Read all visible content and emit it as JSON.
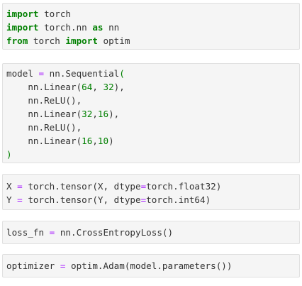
{
  "notebook": {
    "cells": [
      {
        "id": "imports",
        "lines": [
          [
            {
              "t": "import",
              "c": "kw"
            },
            {
              "t": " torch",
              "c": "nm"
            }
          ],
          [
            {
              "t": "import",
              "c": "kw"
            },
            {
              "t": " torch.nn ",
              "c": "nm"
            },
            {
              "t": "as",
              "c": "kw"
            },
            {
              "t": " nn",
              "c": "nm"
            }
          ],
          [
            {
              "t": "from",
              "c": "kw"
            },
            {
              "t": " torch ",
              "c": "nm"
            },
            {
              "t": "import",
              "c": "kw"
            },
            {
              "t": " optim",
              "c": "nm"
            }
          ]
        ]
      },
      {
        "id": "model",
        "lines": [
          [
            {
              "t": "model ",
              "c": "nm"
            },
            {
              "t": "=",
              "c": "op"
            },
            {
              "t": " nn.Sequential",
              "c": "nm"
            },
            {
              "t": "(",
              "c": "paren"
            }
          ],
          [
            {
              "t": "    nn.Linear(",
              "c": "nm"
            },
            {
              "t": "64",
              "c": "num"
            },
            {
              "t": ", ",
              "c": "nm"
            },
            {
              "t": "32",
              "c": "num"
            },
            {
              "t": "),",
              "c": "nm"
            }
          ],
          [
            {
              "t": "    nn.ReLU(),",
              "c": "nm"
            }
          ],
          [
            {
              "t": "    nn.Linear(",
              "c": "nm"
            },
            {
              "t": "32",
              "c": "num"
            },
            {
              "t": ",",
              "c": "nm"
            },
            {
              "t": "16",
              "c": "num"
            },
            {
              "t": "),",
              "c": "nm"
            }
          ],
          [
            {
              "t": "    nn.ReLU(),",
              "c": "nm"
            }
          ],
          [
            {
              "t": "    nn.Linear(",
              "c": "nm"
            },
            {
              "t": "16",
              "c": "num"
            },
            {
              "t": ",",
              "c": "nm"
            },
            {
              "t": "10",
              "c": "num"
            },
            {
              "t": ")",
              "c": "nm"
            }
          ],
          [
            {
              "t": ")",
              "c": "paren"
            }
          ]
        ]
      },
      {
        "id": "tensors",
        "lines": [
          [
            {
              "t": "X ",
              "c": "nm"
            },
            {
              "t": "=",
              "c": "op"
            },
            {
              "t": " torch.tensor(X, dtype",
              "c": "nm"
            },
            {
              "t": "=",
              "c": "op"
            },
            {
              "t": "torch.float32)",
              "c": "nm"
            }
          ],
          [
            {
              "t": "Y ",
              "c": "nm"
            },
            {
              "t": "=",
              "c": "op"
            },
            {
              "t": " torch.tensor(Y, dtype",
              "c": "nm"
            },
            {
              "t": "=",
              "c": "op"
            },
            {
              "t": "torch.int64)",
              "c": "nm"
            }
          ]
        ]
      },
      {
        "id": "loss",
        "lines": [
          [
            {
              "t": "loss_fn ",
              "c": "nm"
            },
            {
              "t": "=",
              "c": "op"
            },
            {
              "t": " nn.CrossEntropyLoss()",
              "c": "nm"
            }
          ]
        ]
      },
      {
        "id": "optimizer",
        "lines": [
          [
            {
              "t": "optimizer ",
              "c": "nm"
            },
            {
              "t": "=",
              "c": "op"
            },
            {
              "t": " optim.Adam(model.parameters())",
              "c": "nm"
            }
          ]
        ]
      }
    ]
  },
  "colors": {
    "keyword": "#008000",
    "operator": "#aa22ff",
    "number": "#008000",
    "text": "#333333",
    "cell_background": "#f5f5f5",
    "cell_border": "#e0e0e0"
  }
}
